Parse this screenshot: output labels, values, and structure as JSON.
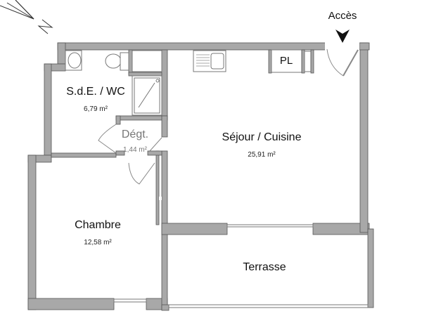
{
  "plan": {
    "access_label": "Accès",
    "compass_label": "N",
    "rooms": [
      {
        "name": "S.d.E. / WC",
        "area": "6,79 m²"
      },
      {
        "name": "Dégt.",
        "area": "1,44 m²"
      },
      {
        "name": "Séjour / Cuisine",
        "area": "25,91 m²"
      },
      {
        "name": "Chambre",
        "area": "12,58 m²"
      },
      {
        "name": "Terrasse",
        "area": ""
      }
    ],
    "closet_label": "PL"
  },
  "colors": {
    "wall": "#a8a8a8",
    "wall_outline": "#555555",
    "background": "#ffffff",
    "text": "#111111"
  }
}
